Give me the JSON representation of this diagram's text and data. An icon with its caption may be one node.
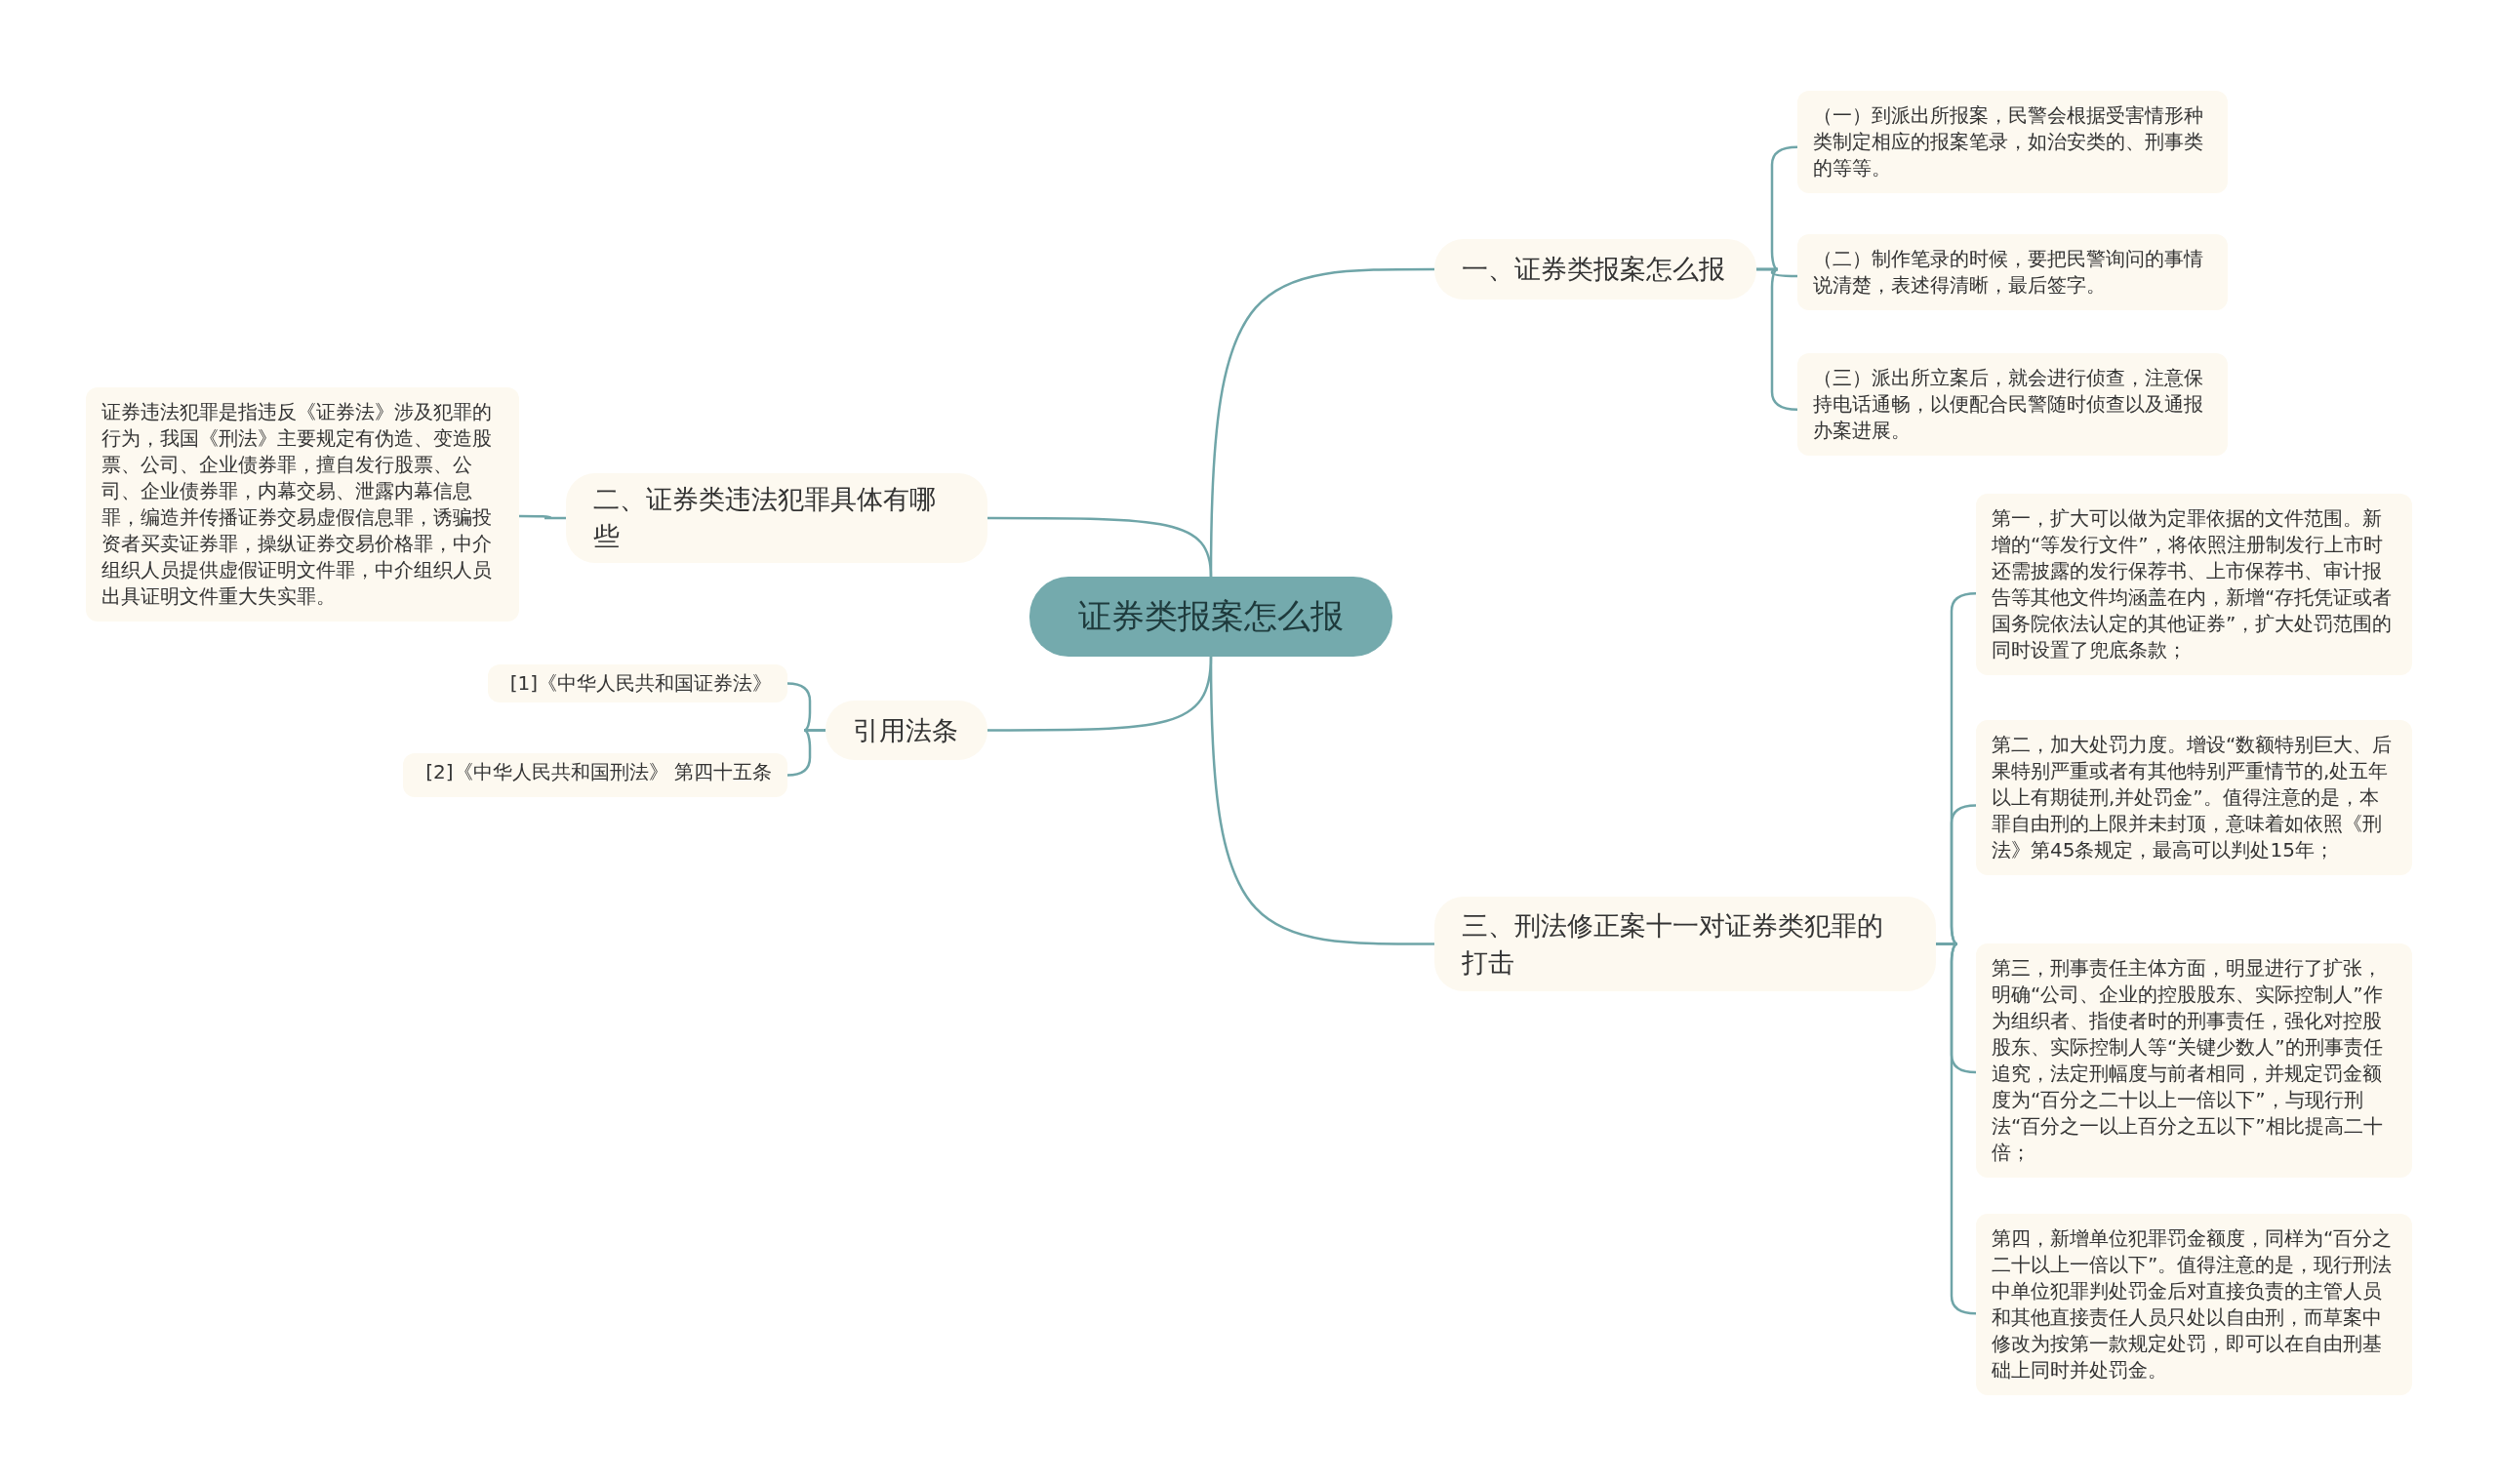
{
  "diagram": {
    "nodes": [
      {
        "text": [
          "证券类报案怎么报"
        ]
      },
      {
        "text": [
          "一、证券类报案怎么报"
        ]
      },
      {
        "text": [
          "（一）到派出所报案，民警会根据受害情形种类制定相应的报案笔录，如治安类的、刑事类的等等。"
        ]
      },
      {
        "text": [
          "（二）制作笔录的时候，要把民警询问的事情说清楚，表述得清晰，最后签字。"
        ]
      },
      {
        "text": [
          "（三）派出所立案后，就会进行侦查，注意保持电话通畅，以便配合民警随时侦查以及通报办案进展。"
        ]
      },
      {
        "text": [
          "二、证券类违法犯罪具体有哪些"
        ]
      },
      {
        "text": [
          "证券违法犯罪是指违反《证券法》涉及犯罪的行为，我国《刑法》主要规定有伪造、变造股票、公司、企业债券罪，擅自发行股票、公司、企业债券罪，内幕交易、泄露内幕信息罪，编造并传播证券交易虚假信息罪，诱骗投资者买卖证券罪，操纵证券交易价格罪，中介组织人员提供虚假证明文件罪，中介组织人员出具证明文件重大失实罪。"
        ]
      },
      {
        "text": [
          "引用法条"
        ]
      },
      {
        "text": [
          "[1]《中华人民共和国证券法》"
        ]
      },
      {
        "text": [
          "[2]《中华人民共和国刑法》 第四十五条"
        ]
      },
      {
        "text": [
          "三、刑法修正案十一对证券类犯罪的打击"
        ]
      },
      {
        "text": [
          "第一，扩大可以做为定罪依据的文件范围。新增的“等发行文件”，将依照注册制发行上市时还需披露的发行保荐书、上市保荐书、审计报告等其他文件均涵盖在内，新增“存托凭证或者国务院依法认定的其他证券”，扩大处罚范围的同时设置了兜底条款；"
        ]
      },
      {
        "text": [
          "第二，加大处罚力度。增设“数额特别巨大、后果特别严重或者有其他特别严重情节的,处五年以上有期徒刑,并处罚金”。值得注意的是，本罪自由刑的上限并未封顶，意味着如依照《刑法》第45条规定，最高可以判处15年；"
        ]
      },
      {
        "text": [
          "第三，刑事责任主体方面，明显进行了扩张，明确“公司、企业的控股股东、实际控制人”作为组织者、指使者时的刑事责任，强化对控股股东、实际控制人等“关键少数人”的刑事责任追究，法定刑幅度与前者相同，并规定罚金额度为“百分之二十以上一倍以下”，与现行刑法“百分之一以上百分之五以下”相比提高二十倍；"
        ]
      },
      {
        "text": [
          "第四，新增单位犯罪罚金额度，同样为“百分之二十以上一倍以下”。值得注意的是，现行刑法中单位犯罪判处罚金后对直接负责的主管人员和其他直接责任人员只处以自由刑，而草案中修改为按第一款规定处罚，即可以在自由刑基础上同时并处罚金。"
        ]
      }
    ],
    "edges": [
      {
        "from": 0,
        "to": 1,
        "arrow": "none"
      },
      {
        "from": 1,
        "to": 2,
        "arrow": "none"
      },
      {
        "from": 1,
        "to": 3,
        "arrow": "none"
      },
      {
        "from": 1,
        "to": 4,
        "arrow": "none"
      },
      {
        "from": 0,
        "to": 5,
        "arrow": "none"
      },
      {
        "from": 5,
        "to": 6,
        "arrow": "none"
      },
      {
        "from": 0,
        "to": 7,
        "arrow": "none"
      },
      {
        "from": 7,
        "to": 8,
        "arrow": "none"
      },
      {
        "from": 7,
        "to": 9,
        "arrow": "none"
      },
      {
        "from": 0,
        "to": 10,
        "arrow": "none"
      },
      {
        "from": 10,
        "to": 11,
        "arrow": "none"
      },
      {
        "from": 10,
        "to": 12,
        "arrow": "none"
      },
      {
        "from": 10,
        "to": 13,
        "arrow": "none"
      },
      {
        "from": 10,
        "to": 14,
        "arrow": "none"
      }
    ]
  }
}
